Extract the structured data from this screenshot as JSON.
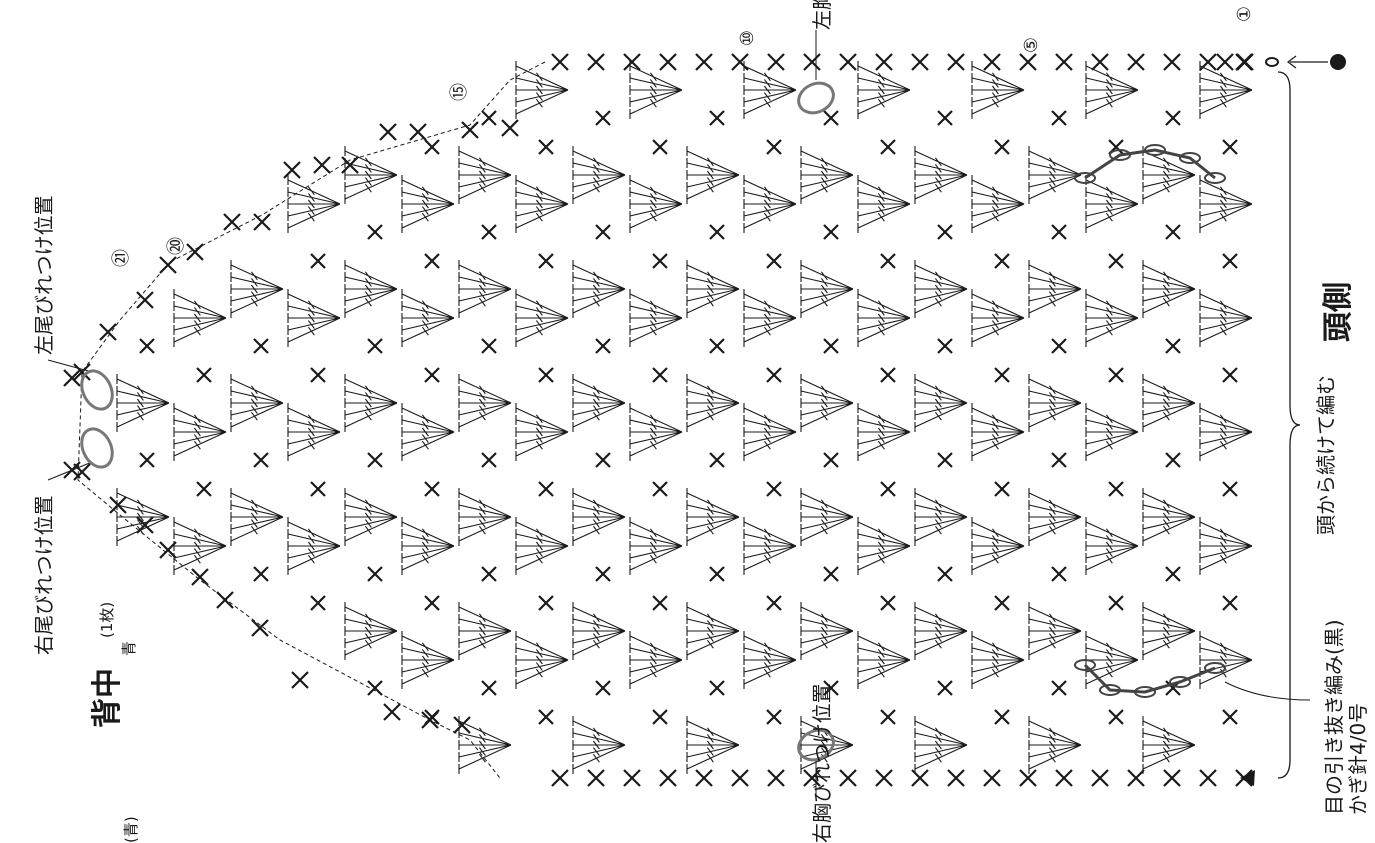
{
  "title": "背中",
  "count": "(1枚)",
  "color_name": "青",
  "labels": {
    "head_side": "頭側",
    "continue_from_head": "頭から続けて編む",
    "slip_stitch": "目の引き抜き編み(黒)",
    "hook": "かぎ針4/0号",
    "left_chest_fin": "左胸びれつけ位置",
    "right_chest_fin": "右胸びれつけ位置",
    "left_tail_fin": "左尾びれつけ位置",
    "right_tail_fin": "右尾びれつけ位置",
    "edge_fragment": "(青)"
  },
  "row_markers": [
    "①",
    "⑤",
    "⑩",
    "⑮",
    "⑳",
    "㉑"
  ],
  "start_marker": "●",
  "legend_symbols": [
    "×",
    "○",
    "T",
    "●"
  ],
  "colors": {
    "ink": "#1a1a1a",
    "fin_marker": "#777777",
    "slip_chain": "#444444"
  }
}
